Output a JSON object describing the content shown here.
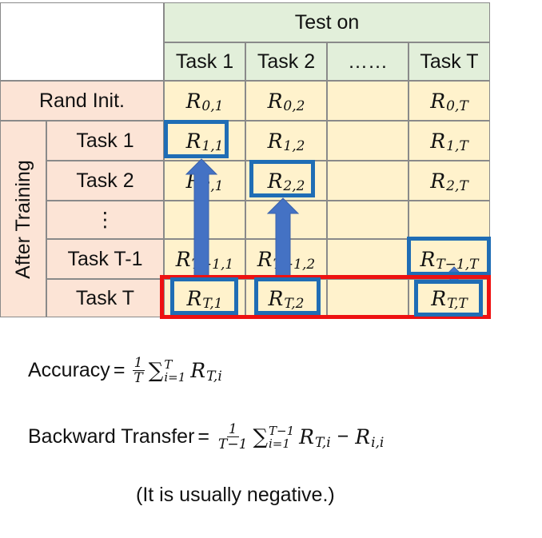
{
  "header": {
    "test_on": "Test on"
  },
  "columns": [
    "Task 1",
    "Task 2",
    "……",
    "Task T"
  ],
  "row_group_label": "After Training",
  "rand_init": {
    "label": "Rand Init.",
    "cells": [
      {
        "base": "R",
        "sub": "0,1"
      },
      {
        "base": "R",
        "sub": "0,2"
      },
      null,
      {
        "base": "R",
        "sub": "0,T"
      }
    ]
  },
  "rows": [
    {
      "label": "Task 1",
      "cells": [
        {
          "base": "R",
          "sub": "1,1"
        },
        {
          "base": "R",
          "sub": "1,2"
        },
        null,
        {
          "base": "R",
          "sub": "1,T"
        }
      ]
    },
    {
      "label": "Task 2",
      "cells": [
        {
          "base": "R",
          "sub": "2,1"
        },
        {
          "base": "R",
          "sub": "2,2"
        },
        null,
        {
          "base": "R",
          "sub": "2,T"
        }
      ]
    },
    {
      "label": "⋮",
      "cells": [
        null,
        null,
        null,
        null
      ]
    },
    {
      "label": "Task T-1",
      "cells": [
        {
          "base": "R",
          "sub": "T−1,1"
        },
        {
          "base": "R",
          "sub": "T−1,2"
        },
        null,
        {
          "base": "R",
          "sub": "T−1,T"
        }
      ]
    },
    {
      "label": "Task T",
      "cells": [
        {
          "base": "R",
          "sub": "T,1"
        },
        {
          "base": "R",
          "sub": "T,2"
        },
        null,
        {
          "base": "R",
          "sub": "T,T"
        }
      ]
    }
  ],
  "formulas": {
    "accuracy": {
      "name": "Accuracy",
      "eq": "=",
      "frac_num": "1",
      "frac_den": "T",
      "sigma": "∑",
      "sum_upper": "T",
      "sum_lower": "i=1",
      "term": "R",
      "term_sub": "T,i"
    },
    "backward": {
      "name": "Backward Transfer",
      "eq": "=",
      "frac_num": "1",
      "frac_den": "T−1",
      "sigma": "∑",
      "sum_upper": "T−1",
      "sum_lower": "i=1",
      "term": "R",
      "term_sub": "T,i",
      "minus": "−",
      "term2": "R",
      "term2_sub": "i,i"
    }
  },
  "note": "(It is usually negative.)",
  "colors": {
    "header_green": "#e2efda",
    "rand_init_salmon": "#fce4d6",
    "cell_yellow": "#fff2cc",
    "highlight_blue": "#1f6db5",
    "arrow_blue": "#4472c4",
    "highlight_red": "#ee1111"
  }
}
